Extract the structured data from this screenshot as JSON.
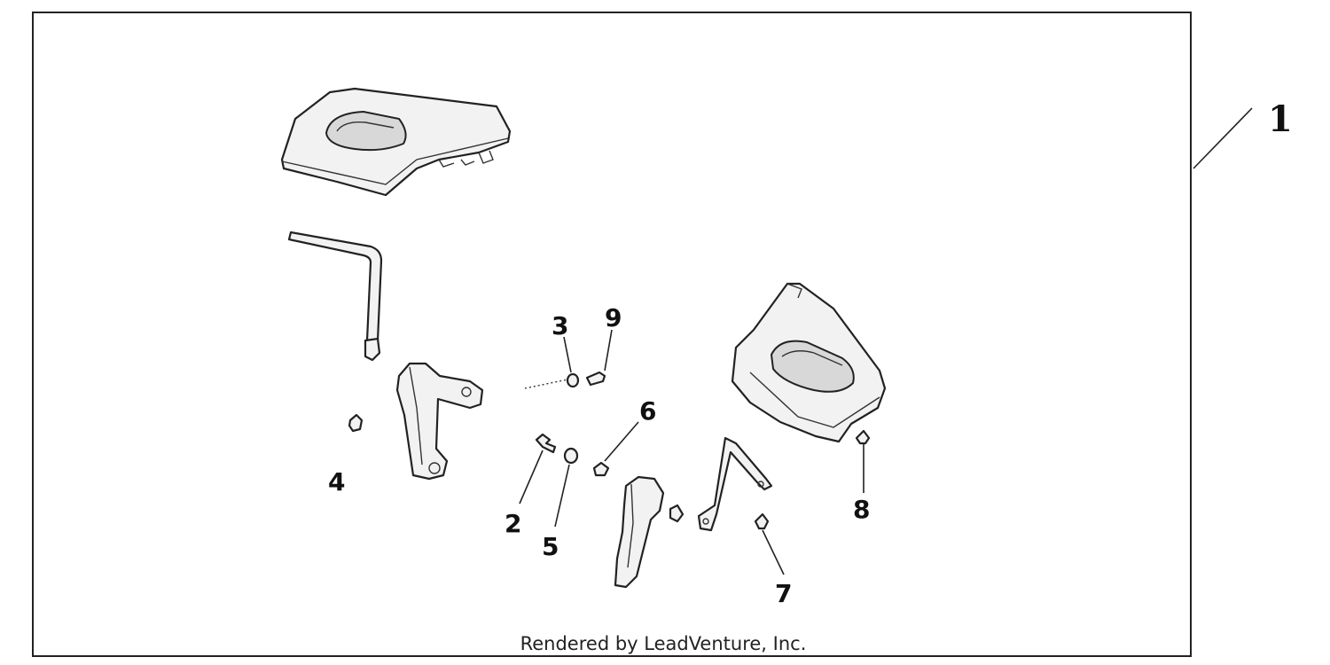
{
  "diagram": {
    "callouts": {
      "c1": "1",
      "c2": "2",
      "c3": "3",
      "c4": "4",
      "c5": "5",
      "c6": "6",
      "c7": "7",
      "c8": "8",
      "c9": "9"
    },
    "credit": "Rendered by LeadVenture, Inc."
  }
}
